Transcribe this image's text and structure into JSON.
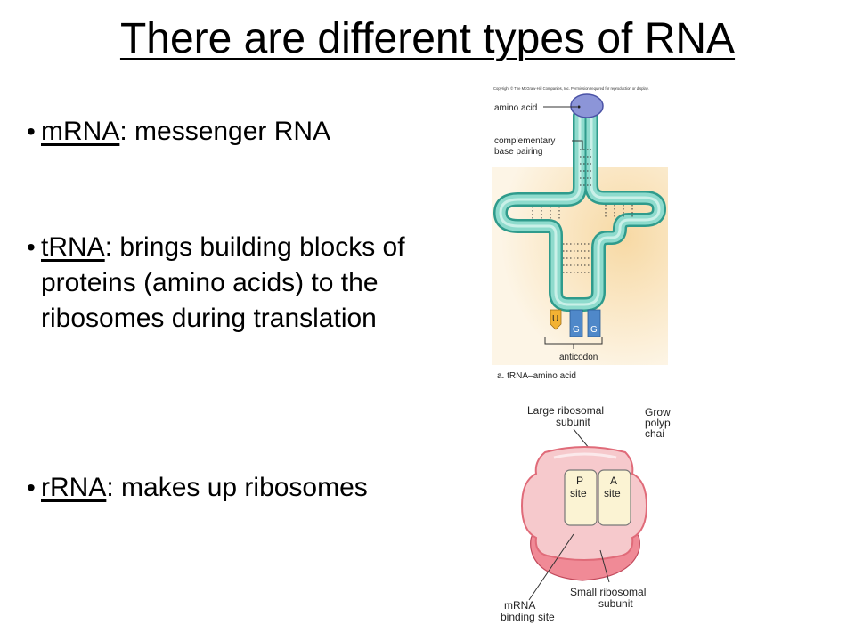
{
  "slide": {
    "title": "There are different types of RNA",
    "bullets": [
      {
        "term": "mRNA",
        "text": ": messenger RNA"
      },
      {
        "term": "tRNA",
        "text": ": brings building blocks of proteins (amino acids) to the ribosomes during translation"
      },
      {
        "term": "rRNA",
        "text": ": makes up ribosomes"
      }
    ]
  },
  "trna_figure": {
    "copyright": "Copyright © The McGraw-Hill Companies, Inc. Permission required for reproduction or display.",
    "label_amino_acid": "amino acid",
    "label_complementary_1": "complementary",
    "label_complementary_2": "base pairing",
    "base_u": "U",
    "base_g1": "G",
    "base_g2": "G",
    "label_anticodon": "anticodon",
    "caption": "a. tRNA–amino acid",
    "colors": {
      "background": "#fbeccd",
      "tube": "#7fd2c4",
      "tube_edge": "#2f9b8c",
      "amino": "#8c95d8",
      "u_base": "#f2b233",
      "g_base": "#4f88c9"
    }
  },
  "ribosome_figure": {
    "label_large_1": "Large ribosomal",
    "label_large_2": "subunit",
    "label_growing_1": "Grow",
    "label_growing_2": "polyp",
    "label_growing_3": "chai",
    "p_site_1": "P",
    "p_site_2": "site",
    "a_site_1": "A",
    "a_site_2": "site",
    "label_mrna_1": "mRNA",
    "label_mrna_2": "binding site",
    "label_small_1": "Small ribosomal",
    "label_small_2": "subunit",
    "colors": {
      "large": "#f6c9cc",
      "large_edge": "#e06b79",
      "small": "#f08a96",
      "site": "#fbf3d3"
    }
  }
}
